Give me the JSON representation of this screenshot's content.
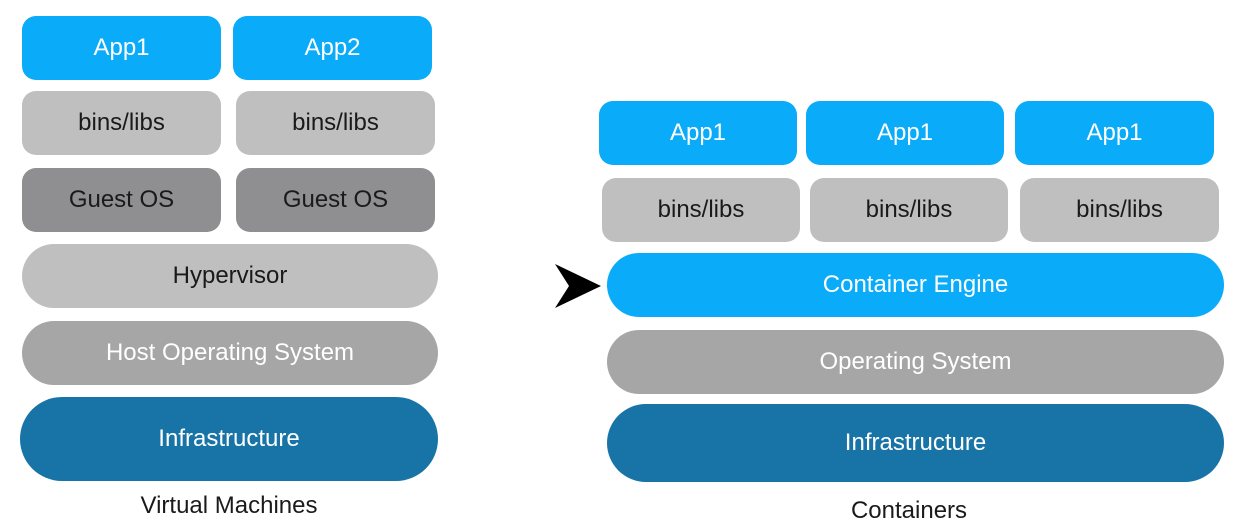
{
  "vm": {
    "apps": [
      "App1",
      "App2"
    ],
    "bins": [
      "bins/libs",
      "bins/libs"
    ],
    "guest_os": [
      "Guest OS",
      "Guest OS"
    ],
    "hypervisor": "Hypervisor",
    "host_os": "Host Operating System",
    "infrastructure": "Infrastructure",
    "caption": "Virtual Machines"
  },
  "containers": {
    "apps": [
      "App1",
      "App1",
      "App1"
    ],
    "bins": [
      "bins/libs",
      "bins/libs",
      "bins/libs"
    ],
    "engine": "Container Engine",
    "os": "Operating System",
    "infrastructure": "Infrastructure",
    "caption": "Containers"
  },
  "colors": {
    "app_blue": "#0aabf8",
    "bins_gray": "#bfbfbf",
    "guest_gray": "#8f8f92",
    "os_gray": "#a6a6a6",
    "infra_navy": "#1874a6"
  }
}
